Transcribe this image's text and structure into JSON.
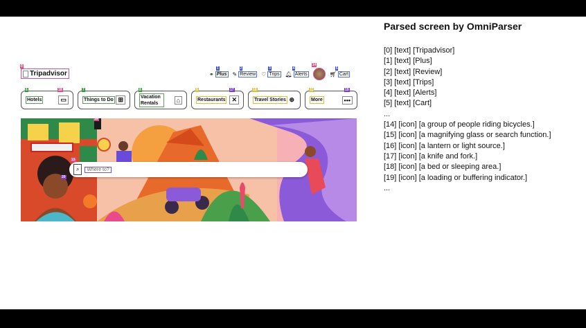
{
  "screenshot": {
    "logo_text": "Tripadvisor",
    "nav": [
      {
        "id": "1",
        "label": "Plus",
        "icon": "plus-icon"
      },
      {
        "id": "2",
        "label": "Review",
        "icon": "pencil-icon"
      },
      {
        "id": "3",
        "label": "Trips",
        "icon": "heart-icon"
      },
      {
        "id": "4",
        "label": "Alerts",
        "icon": "bell-icon"
      },
      {
        "id": "5",
        "label": "Cart",
        "icon": "cart-icon"
      }
    ],
    "categories": [
      {
        "id": "6",
        "label": "Hotels",
        "icon": "bed-icon",
        "icon_id": "18"
      },
      {
        "id": "7",
        "label": "Things to Do",
        "icon": "ticket-icon",
        "icon_id": ""
      },
      {
        "id": "8",
        "label": "Vacation Rentals",
        "icon": "house-icon",
        "icon_id": ""
      },
      {
        "id": "9",
        "label": "Restaurants",
        "icon": "knife-fork-icon",
        "icon_id": "17"
      },
      {
        "id": "10",
        "label": "Travel Stories",
        "icon": "globe-icon",
        "icon_id": ""
      },
      {
        "id": "11",
        "label": "More",
        "icon": "more-icon",
        "icon_id": "19"
      }
    ],
    "search_placeholder": "Where to?",
    "search_icon_id": "15",
    "lantern_id": "16",
    "avatar_id": "14",
    "figure_id": "20",
    "logo_id": "0"
  },
  "panel": {
    "title": "Parsed screen by OmniParser",
    "lines": [
      "[0] [text] [Tripadvisor]",
      "[1] [text] [Plus]",
      "[2] [text] [Review]",
      "[3] [text] [Trips]",
      "[4] [text] [Alerts]",
      "[5] [text] [Cart]",
      "...",
      "[14] [icon] [a group of people riding bicycles.]",
      "[15] [icon] [a magnifying glass or search function.]",
      "[16] [icon] [a lantern or light source.]",
      "[17] [icon] [a knife and fork.]",
      "[18] [icon] [a bed or sleeping area.]",
      "[19] [icon] [a loading or buffering indicator.]",
      "..."
    ]
  },
  "colors": {
    "tag_blue": "#3a4bd8",
    "tag_green": "#3a9a3a",
    "tag_pink": "#e34b8a",
    "tag_purple": "#7a3ad8"
  }
}
